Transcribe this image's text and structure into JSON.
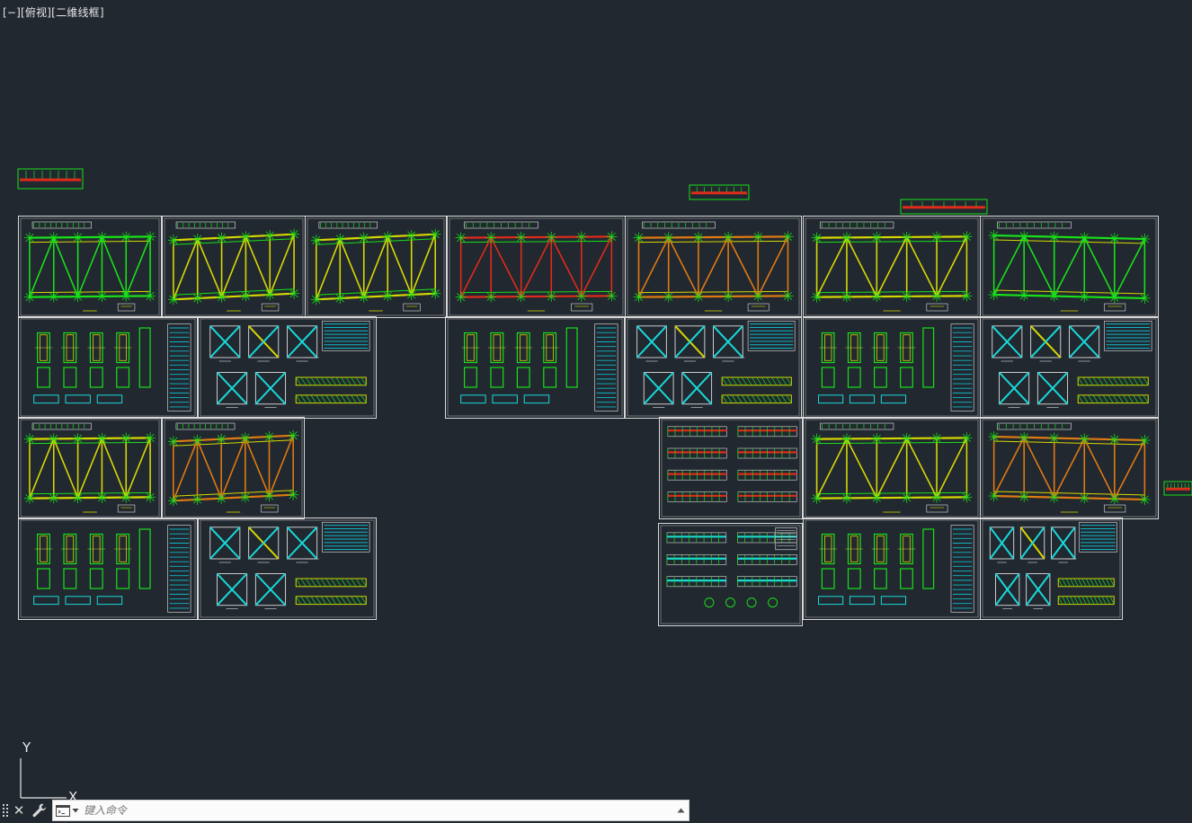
{
  "viewport": {
    "label": "[−][俯视][二维线框]"
  },
  "ucs": {
    "y_label": "Y",
    "x_label": "X"
  },
  "command_line": {
    "placeholder": "键入命令"
  },
  "colors": {
    "background": "#212830",
    "sheet_frame": "#d9d9d9",
    "truss_green": "#19e019",
    "truss_yellow": "#d8d800",
    "truss_red": "#e02a1a",
    "truss_orange": "#e07a10",
    "detail_cyan": "#19d9d9",
    "table_cyan": "#10b8c8"
  },
  "drawing_sheets": [
    {
      "id": "r1c1",
      "kind": "elevation",
      "palette": "green"
    },
    {
      "id": "r1c2",
      "kind": "elevation",
      "palette": "yellow"
    },
    {
      "id": "r1c3",
      "kind": "elevation",
      "palette": "yellow"
    },
    {
      "id": "r1c4",
      "kind": "elevation",
      "palette": "red"
    },
    {
      "id": "r1c5",
      "kind": "elevation",
      "palette": "orange"
    },
    {
      "id": "r1c6",
      "kind": "elevation",
      "palette": "yellow"
    },
    {
      "id": "r1c7",
      "kind": "elevation",
      "palette": "green"
    },
    {
      "id": "r2c1",
      "kind": "details",
      "palette": "cyan"
    },
    {
      "id": "r2c2",
      "kind": "bracing",
      "palette": "cyan"
    },
    {
      "id": "r2c3",
      "kind": "details",
      "palette": "cyan"
    },
    {
      "id": "r2c4",
      "kind": "bracing",
      "palette": "cyan"
    },
    {
      "id": "r2c5",
      "kind": "details",
      "palette": "cyan"
    },
    {
      "id": "r2c6",
      "kind": "bracing",
      "palette": "cyan"
    },
    {
      "id": "r3c1",
      "kind": "elevation",
      "palette": "yellow"
    },
    {
      "id": "r3c2",
      "kind": "elevation",
      "palette": "orange"
    },
    {
      "id": "r3c3",
      "kind": "profiles",
      "palette": "red"
    },
    {
      "id": "r3c4",
      "kind": "elevation",
      "palette": "yellow"
    },
    {
      "id": "r3c5",
      "kind": "elevation",
      "palette": "orange"
    },
    {
      "id": "r4c1",
      "kind": "details",
      "palette": "cyan"
    },
    {
      "id": "r4c2",
      "kind": "bracing",
      "palette": "cyan"
    },
    {
      "id": "r4c3",
      "kind": "profiles-2",
      "palette": "cyan"
    },
    {
      "id": "r4c4",
      "kind": "details",
      "palette": "cyan"
    },
    {
      "id": "r4c5",
      "kind": "bracing",
      "palette": "cyan"
    }
  ]
}
